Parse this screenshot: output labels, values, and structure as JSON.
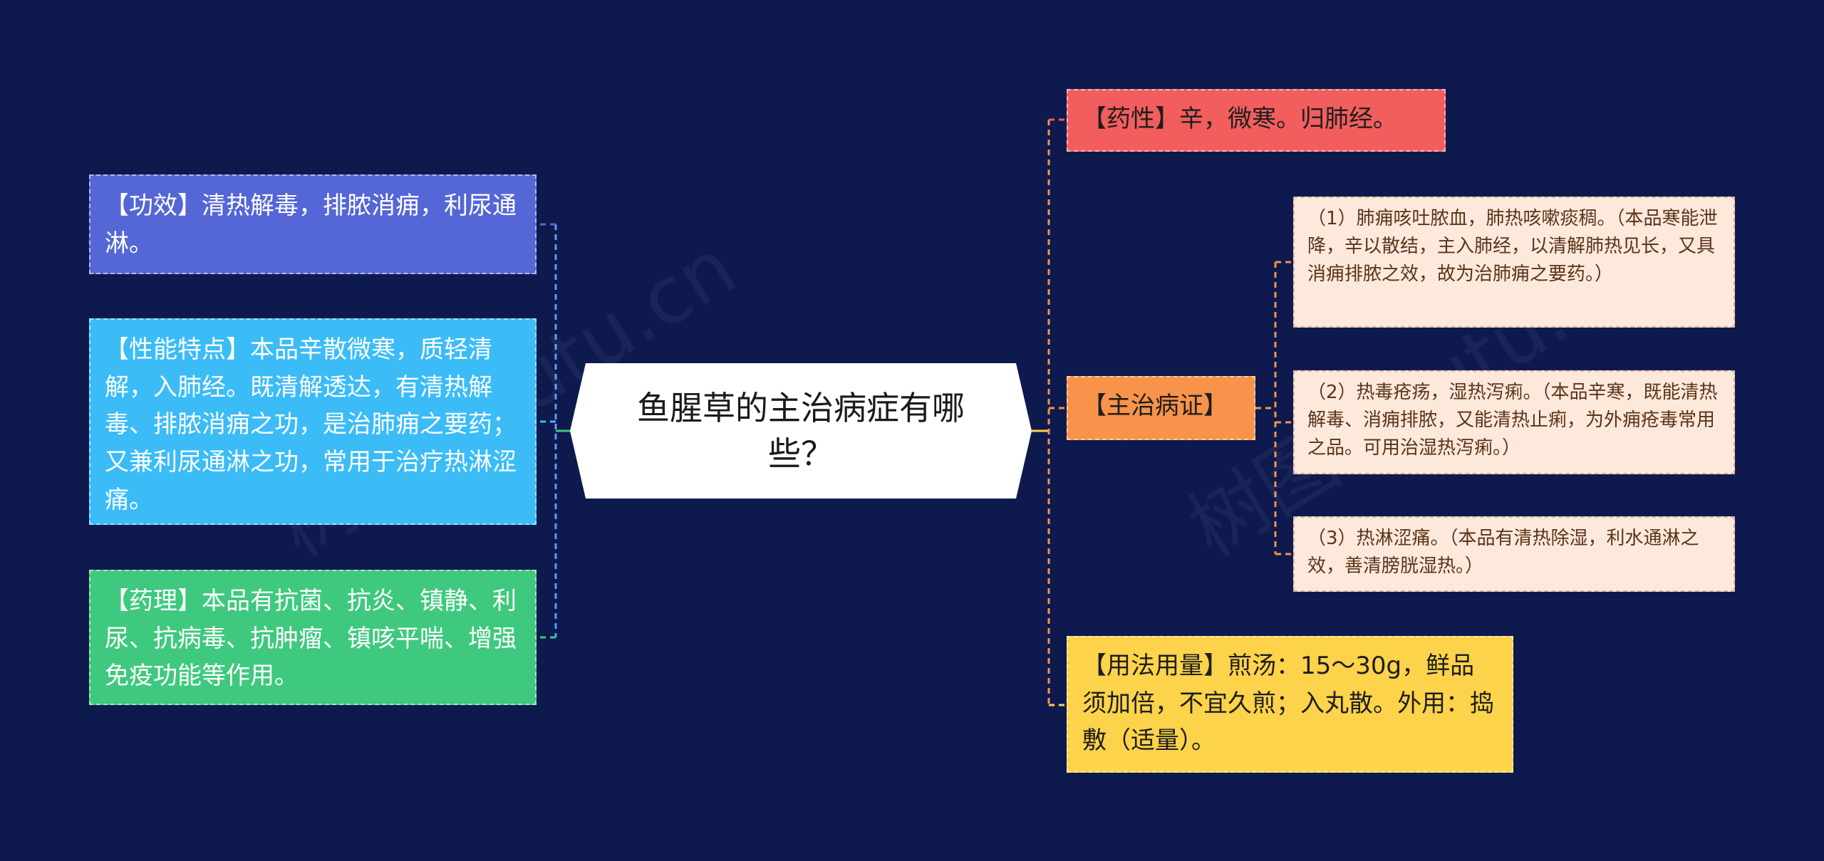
{
  "center": {
    "title": "鱼腥草的主治病症有哪些？"
  },
  "left_nodes": [
    {
      "text": "【功效】清热解毒，排脓消痈，利尿通淋。",
      "color": "#5566d6"
    },
    {
      "text": "【性能特点】本品辛散微寒，质轻清解，入肺经。既清解透达，有清热解毒、排脓消痈之功，是治肺痈之要药；又兼利尿通淋之功，常用于治疗热淋涩痛。",
      "color": "#3bbcf7"
    },
    {
      "text": "【药理】本品有抗菌、抗炎、镇静、利尿、抗病毒、抗肿瘤、镇咳平喘、增强免疫功能等作用。",
      "color": "#3fc97e"
    }
  ],
  "right_nodes": {
    "property": {
      "text": "【药性】辛，微寒。归肺经。",
      "color": "#f25d5d"
    },
    "indications": {
      "text": "【主治病证】",
      "color": "#f7934a",
      "items": [
        "（1）肺痈咳吐脓血，肺热咳嗽痰稠。（本品寒能泄降，辛以散结，主入肺经，以清解肺热见长，又具消痈排脓之效，故为治肺痈之要药。）",
        "（2）热毒疮疡，湿热泻痢。（本品辛寒，既能清热解毒、消痈排脓，又能清热止痢，为外痈疮毒常用之品。可用治湿热泻痢。）",
        "（3）热淋涩痛。（本品有清热除湿，利水通淋之效，善清膀胱湿热。）"
      ],
      "item_color": "#fde8dc"
    },
    "dosage": {
      "text": "【用法用量】煎汤：15～30g，鲜品须加倍，不宜久煎；入丸散。外用：捣敷（适量）。",
      "color": "#fcd34a"
    }
  },
  "watermark": "树图 shutu.cn"
}
